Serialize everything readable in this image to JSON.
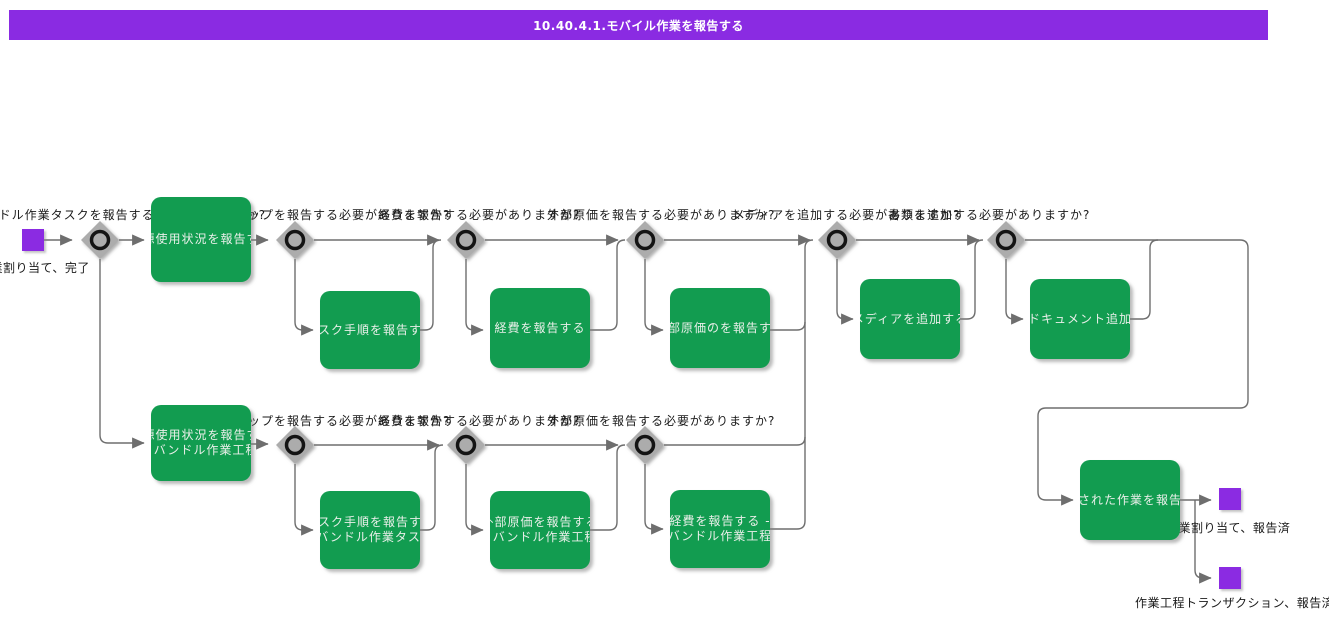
{
  "title": "10.40.4.1.モバイル作業を報告する",
  "terminals": {
    "start": {
      "label": "作業割り当て、完了"
    },
    "end_assignment": {
      "label": "作業割り当て、報告済"
    },
    "end_transaction": {
      "label": "作業工程トランザクション、報告済"
    }
  },
  "questions": [
    {
      "text": "バンドル作業タスクを報告する必要がありますか?"
    },
    {
      "text": "タスクのステップを報告する必要がありますか?"
    },
    {
      "text": "経費を報告する必要がありますか?"
    },
    {
      "text": "外部原価を報告する必要がありますか?"
    },
    {
      "text": "メディアを追加する必要がありますか?"
    },
    {
      "text": "書類を追加する必要がありますか?"
    },
    {
      "text": "タスクのステップを報告する必要がありますか?"
    },
    {
      "text": "経費を報告する必要がありますか?"
    },
    {
      "text": "外部原価を報告する必要がありますか?"
    }
  ],
  "activities": [
    {
      "name": "資源使用状況を報告する",
      "lines": [
        "資源使用状況を報告する"
      ]
    },
    {
      "name": "タスク手順を報告する",
      "lines": [
        "タスク手順を報告する"
      ]
    },
    {
      "name": "経費を報告する",
      "lines": [
        "経費を報告する"
      ]
    },
    {
      "name": "外部原価のを報告する",
      "lines": [
        "外部原価のを報告する"
      ]
    },
    {
      "name": "メディアを追加する",
      "lines": [
        "メディアを追加する"
      ]
    },
    {
      "name": "ドキュメント追加",
      "lines": [
        "ドキュメント追加"
      ]
    },
    {
      "name": "資源使用状況を報告する - バンドル作業工程",
      "lines": [
        "資源使用状況を報告する",
        "- バンドル作業工程"
      ]
    },
    {
      "name": "タスク手順を報告する - バンドル作業タスク",
      "lines": [
        "タスク手順を報告する",
        "- バンドル作業タスク"
      ]
    },
    {
      "name": "外部原価を報告する - バンドル作業工程",
      "lines": [
        "外部原価を報告する",
        "- バンドル作業工程"
      ]
    },
    {
      "name": "経費を報告する - バンドル作業工程",
      "lines": [
        "経費を報告する -",
        "バンドル作業工程"
      ]
    },
    {
      "name": "完了された作業を報告する",
      "lines": [
        "完了された作業を報告する"
      ]
    }
  ],
  "colors": {
    "title_bar": "#8A2BE2",
    "activity_green": "#129C50",
    "terminal_purple": "#8B2BE2",
    "edge_gray": "#6E6E6E",
    "decision_gray": "#ACACAC",
    "text_dark": "#1a1a1a",
    "text_light": "#E9EFE9"
  }
}
